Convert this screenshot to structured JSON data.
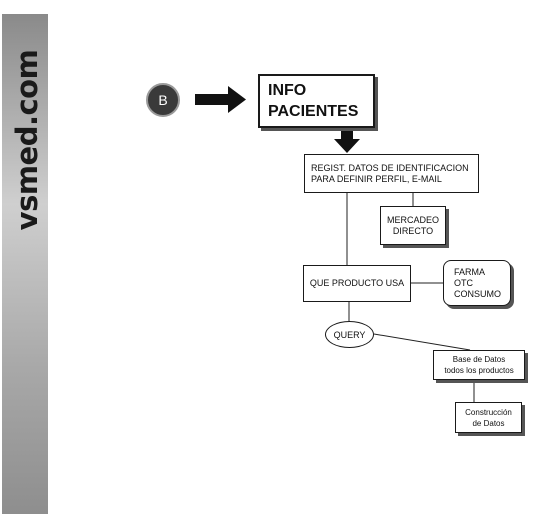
{
  "brand": {
    "text": "vsmed.com"
  },
  "start_marker": {
    "label": "B"
  },
  "nodes": {
    "info_pacientes": {
      "line1": "INFO",
      "line2": "PACIENTES"
    },
    "registro": {
      "line1": "REGIST. DATOS DE IDENTIFICACION",
      "line2": "PARA DEFINIR PERFIL, E-MAIL"
    },
    "mercadeo": {
      "line1": "MERCADEO",
      "line2": "DIRECTO"
    },
    "producto": {
      "label": "QUE PRODUCTO USA"
    },
    "categorias": {
      "line1": "FARMA",
      "line2": "OTC",
      "line3": "CONSUMO"
    },
    "query": {
      "label": "QUERY"
    },
    "base_datos": {
      "line1": "Base de Datos",
      "line2": "todos los productos"
    },
    "construccion": {
      "line1": "Construcción",
      "line2": "de Datos"
    }
  }
}
